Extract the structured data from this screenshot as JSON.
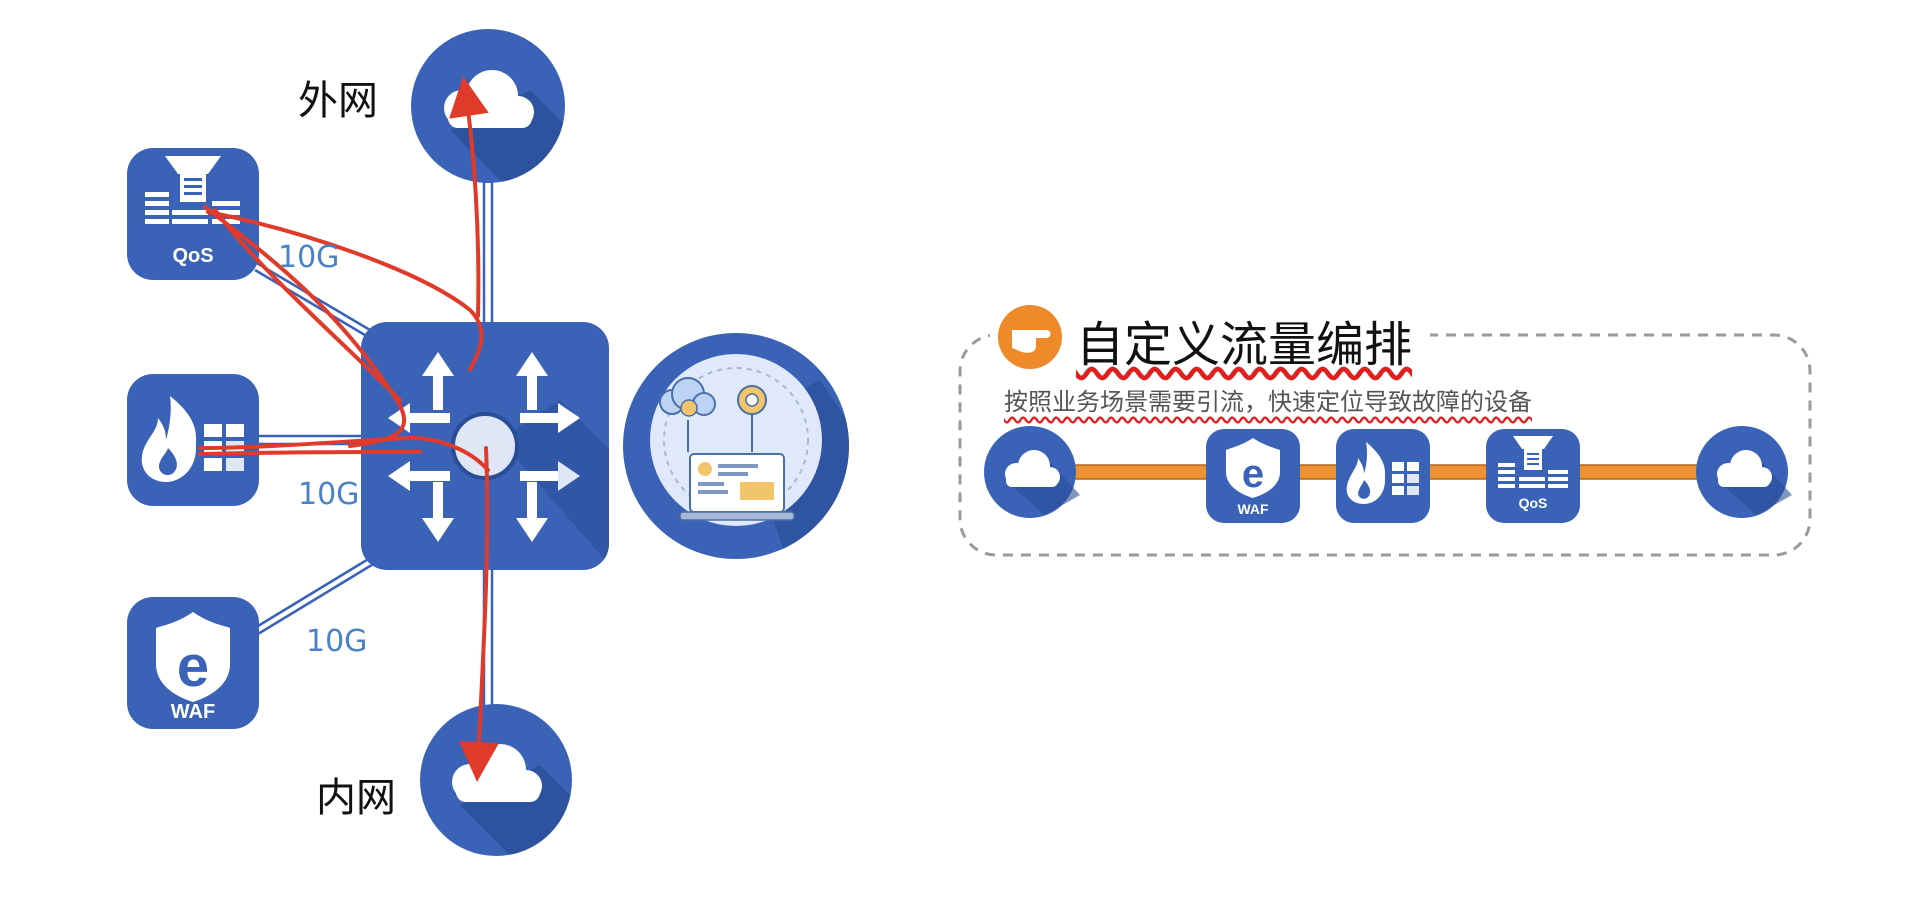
{
  "topology": {
    "external_label": "外网",
    "internal_label": "内网",
    "bandwidth_labels": [
      "10G",
      "10G",
      "10G"
    ],
    "devices": [
      {
        "name": "QoS",
        "label": "QoS",
        "icon": "qos-icon"
      },
      {
        "name": "firewall",
        "label": "",
        "icon": "firewall-icon"
      },
      {
        "name": "WAF",
        "label": "WAF",
        "icon": "waf-icon"
      }
    ],
    "center": {
      "switch_icon": "switch-arrows-icon",
      "controller_icon": "cloud-controller-icon"
    }
  },
  "orchestration": {
    "title": "自定义流量编排",
    "subtitle": "按照业务场景需要引流，快速定位导致故障的设备",
    "chain": [
      {
        "icon": "cloud-icon",
        "label": ""
      },
      {
        "icon": "waf-icon",
        "label": "WAF"
      },
      {
        "icon": "firewall-icon",
        "label": ""
      },
      {
        "icon": "qos-icon",
        "label": "QoS"
      },
      {
        "icon": "cloud-icon",
        "label": ""
      }
    ]
  },
  "colors": {
    "primary_blue": "#3a63b8",
    "dark_blue": "#2a4d96",
    "flow_red": "#e03a2a",
    "chain_orange": "#ee9333",
    "dashed_border": "#9a9a9a",
    "bandwidth_text": "#4a82c8"
  }
}
